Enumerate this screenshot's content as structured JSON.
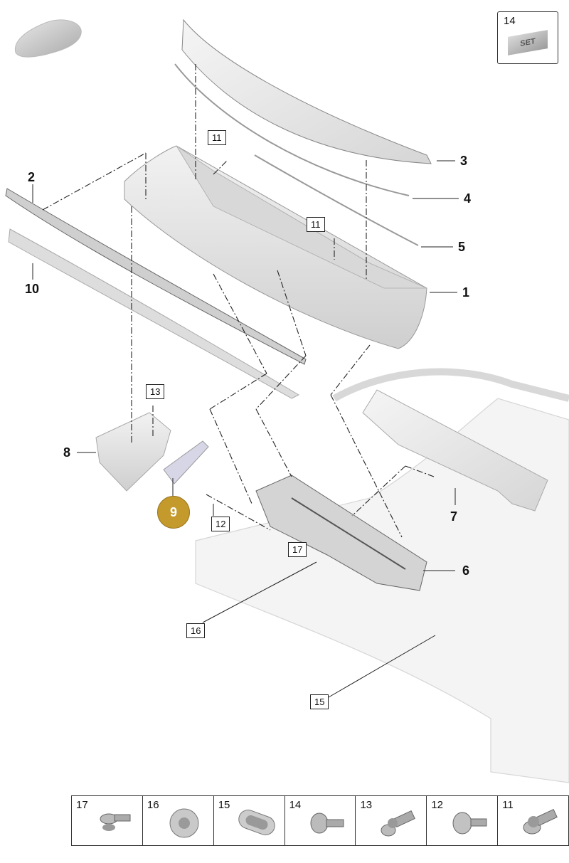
{
  "callouts": {
    "c1": "1",
    "c2": "2",
    "c3": "3",
    "c4": "4",
    "c5": "5",
    "c6": "6",
    "c7": "7",
    "c8": "8",
    "c10": "10"
  },
  "highlight": "9",
  "boxed_labels": {
    "b11a": "11",
    "b11b": "11",
    "b12": "12",
    "b13": "13",
    "b15": "15",
    "b16": "16",
    "b17": "17"
  },
  "set_box": {
    "number": "14",
    "text": "SET"
  },
  "legend": {
    "items": [
      {
        "number": "17",
        "icon": "flange-bolt-icon"
      },
      {
        "number": "16",
        "icon": "round-clip-icon"
      },
      {
        "number": "15",
        "icon": "oval-grommet-icon"
      },
      {
        "number": "14",
        "icon": "pan-head-bolt-icon"
      },
      {
        "number": "13",
        "icon": "push-rivet-icon"
      },
      {
        "number": "12",
        "icon": "dome-bolt-icon"
      },
      {
        "number": "11",
        "icon": "collar-bolt-icon"
      }
    ]
  },
  "colors": {
    "accent": "#c49a2c",
    "part_fill": "#e4e4e4",
    "line": "#222222"
  }
}
